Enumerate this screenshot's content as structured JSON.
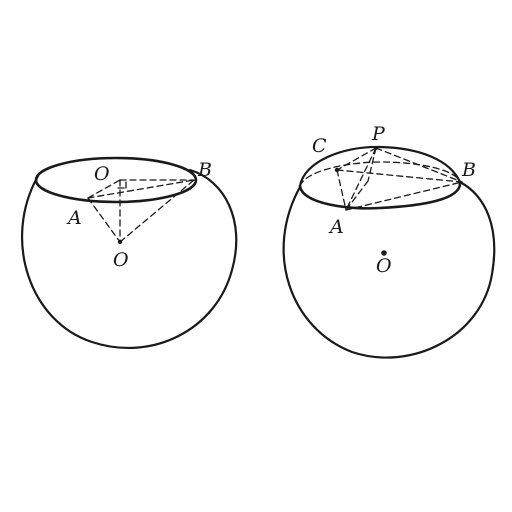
{
  "left_figure": {
    "labels": {
      "o_top": "O",
      "b": "B",
      "a": "A",
      "o_center": "O"
    }
  },
  "right_figure": {
    "labels": {
      "c": "C",
      "p": "P",
      "b": "B",
      "a": "A",
      "o": "O"
    }
  }
}
